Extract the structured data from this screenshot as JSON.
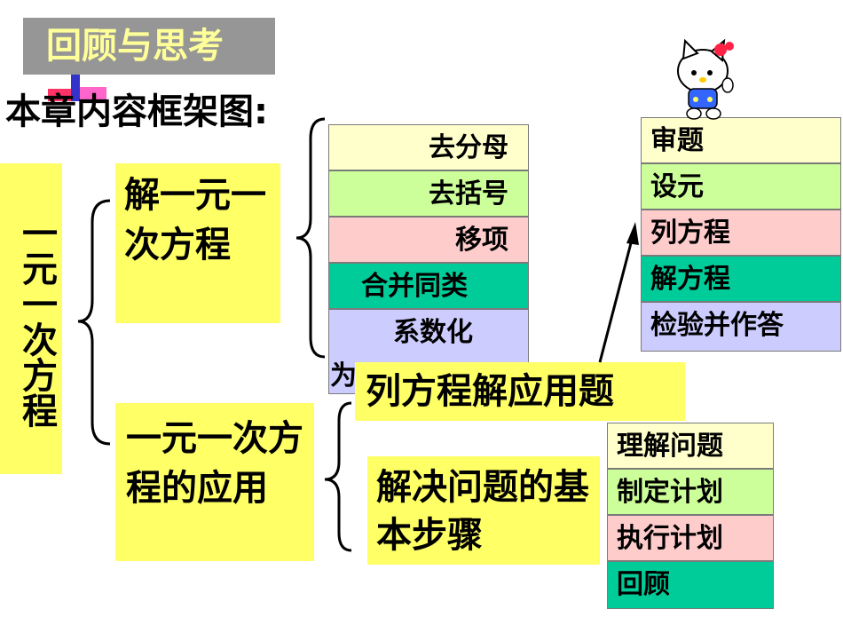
{
  "title": "回顾与思考",
  "heading": "本章内容框架图:",
  "root": "一元一次方程",
  "branches": {
    "solve": "解一元一次方程",
    "apply": "一元一次方程的应用"
  },
  "solve_steps": [
    "去分母",
    "去括号",
    "移项",
    "合并同类",
    "系数化"
  ],
  "hidden_fragment": "为",
  "apply_children": {
    "word_problems": "列方程解应用题",
    "basic_steps": "解决问题的基本步骤"
  },
  "word_problem_steps": [
    "审题",
    "设元",
    "列方程",
    "解方程",
    "检验并作答"
  ],
  "general_steps": [
    "理解问题",
    "制定计划",
    "执行计划",
    "回顾"
  ],
  "colors": {
    "title_bg": "#969696",
    "title_text": "#ffff99",
    "highlight": "#ffff66",
    "step_colors": [
      "#ffffcc",
      "#ccff99",
      "#ffcccc",
      "#00cc99",
      "#ccccff"
    ]
  }
}
